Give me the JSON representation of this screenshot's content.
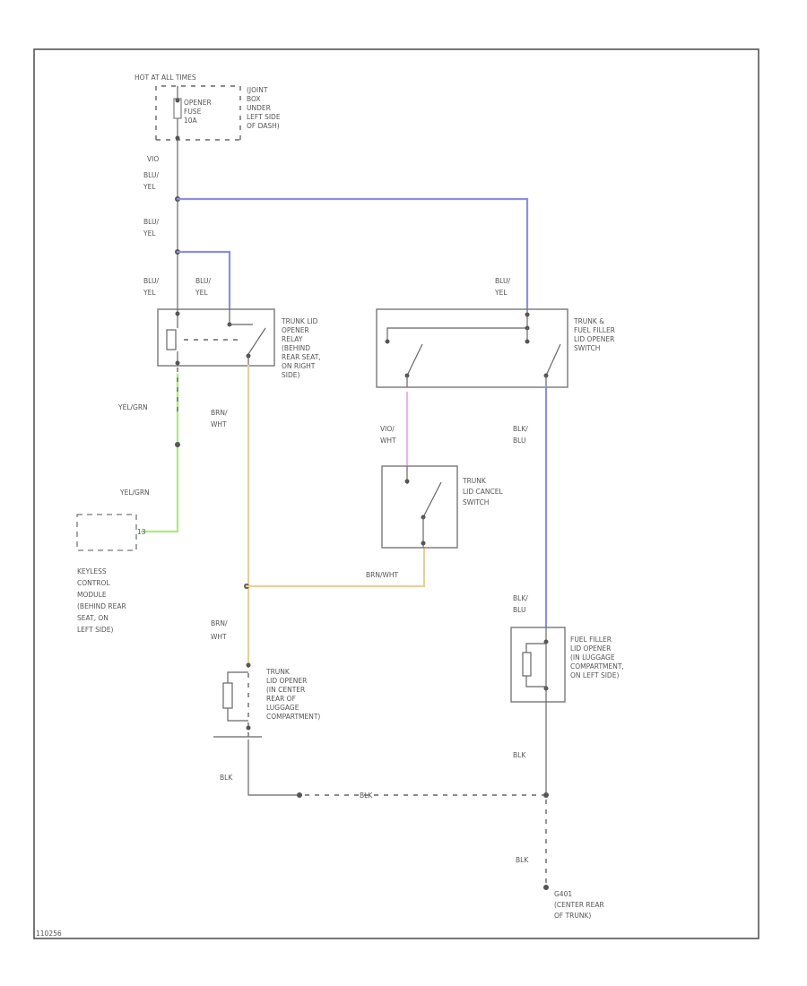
{
  "colors": {
    "blu_yel": "#8a8fe6",
    "yel_grn": "#a8ec7a",
    "brn_wht": "#e8d09a",
    "vio_wht": "#f0b0ee",
    "blk_blu": "#8a8fe6",
    "blk": "#666666",
    "frame": "#555555"
  },
  "power": {
    "hot_label": "HOT AT ALL TIMES",
    "fuse_label": [
      "OPENER",
      "FUSE",
      "10A"
    ],
    "panel_label": [
      "(JOINT",
      "BOX",
      "UNDER",
      "LEFT SIDE",
      "OF DASH)"
    ]
  },
  "wire_labels": {
    "vio_blu_yel": [
      "VIO",
      "BLU/",
      "YEL"
    ],
    "blu_yel_1": [
      "BLU/",
      "YEL"
    ],
    "blu_yel_2": [
      "BLU/",
      "YEL"
    ],
    "blu_yel_3": [
      "BLU/",
      "YEL"
    ],
    "blu_yel_right": [
      "BLU/",
      "YEL"
    ],
    "yel_grn_1": "YEL/GRN",
    "yel_grn_2": "YEL/GRN",
    "brn_wht_1": [
      "BRN/",
      "WHT"
    ],
    "brn_wht_2": [
      "BRN/",
      "WHT"
    ],
    "brn_wht_h": "BRN/WHT",
    "vio_wht": [
      "VIO/",
      "WHT"
    ],
    "blk_blu_1": [
      "BLK/",
      "BLU"
    ],
    "blk_blu_2": [
      "BLK/",
      "BLU"
    ],
    "blk_left": "BLK",
    "blk_mid": "BLK",
    "blk_right_1": "BLK",
    "blk_right_2": "BLK"
  },
  "components": {
    "relay": [
      "TRUNK LID",
      "OPENER",
      "RELAY",
      "(BEHIND",
      "REAR SEAT,",
      "ON RIGHT",
      "SIDE)"
    ],
    "main_switch": [
      "TRUNK &",
      "FUEL FILLER",
      "LID OPENER",
      "SWITCH"
    ],
    "cancel_switch": [
      "TRUNK",
      "LID CANCEL",
      "SWITCH"
    ],
    "keyless": [
      "KEYLESS",
      "CONTROL",
      "MODULE",
      "(BEHIND REAR",
      "SEAT, ON",
      "LEFT SIDE)"
    ],
    "trunk_opener": [
      "TRUNK",
      "LID OPENER",
      "(IN CENTER",
      "REAR OF",
      "LUGGAGE",
      "COMPARTMENT)"
    ],
    "fuel_opener": [
      "FUEL FILLER",
      "LID OPENER",
      "(IN LUGGAGE",
      "COMPARTMENT,",
      "ON LEFT SIDE)"
    ],
    "ground": [
      "G401",
      "(CENTER REAR",
      "OF TRUNK)"
    ]
  },
  "pins": {
    "keyless_pin": "13"
  },
  "footer": {
    "code": "110256"
  }
}
